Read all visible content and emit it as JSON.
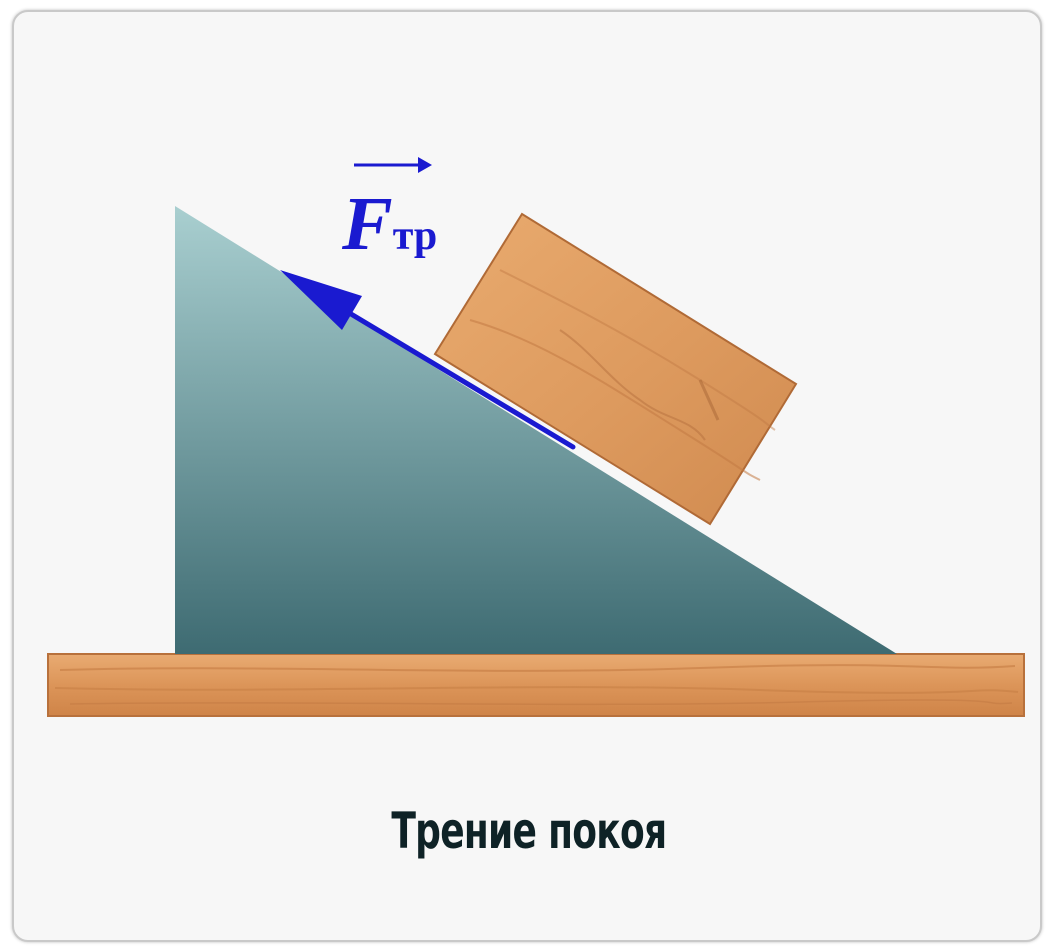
{
  "diagram": {
    "force_symbol": "F",
    "force_subscript": "тр",
    "caption": "Трение покоя"
  },
  "colors": {
    "frame_background": "#f7f7f7",
    "incline_top": "#a9cfd0",
    "incline_bottom": "#3e6b72",
    "wood_light": "#e7a56a",
    "wood_dark": "#b8713c",
    "force_arrow": "#1a1ad0",
    "caption_text": "#0e2226"
  }
}
